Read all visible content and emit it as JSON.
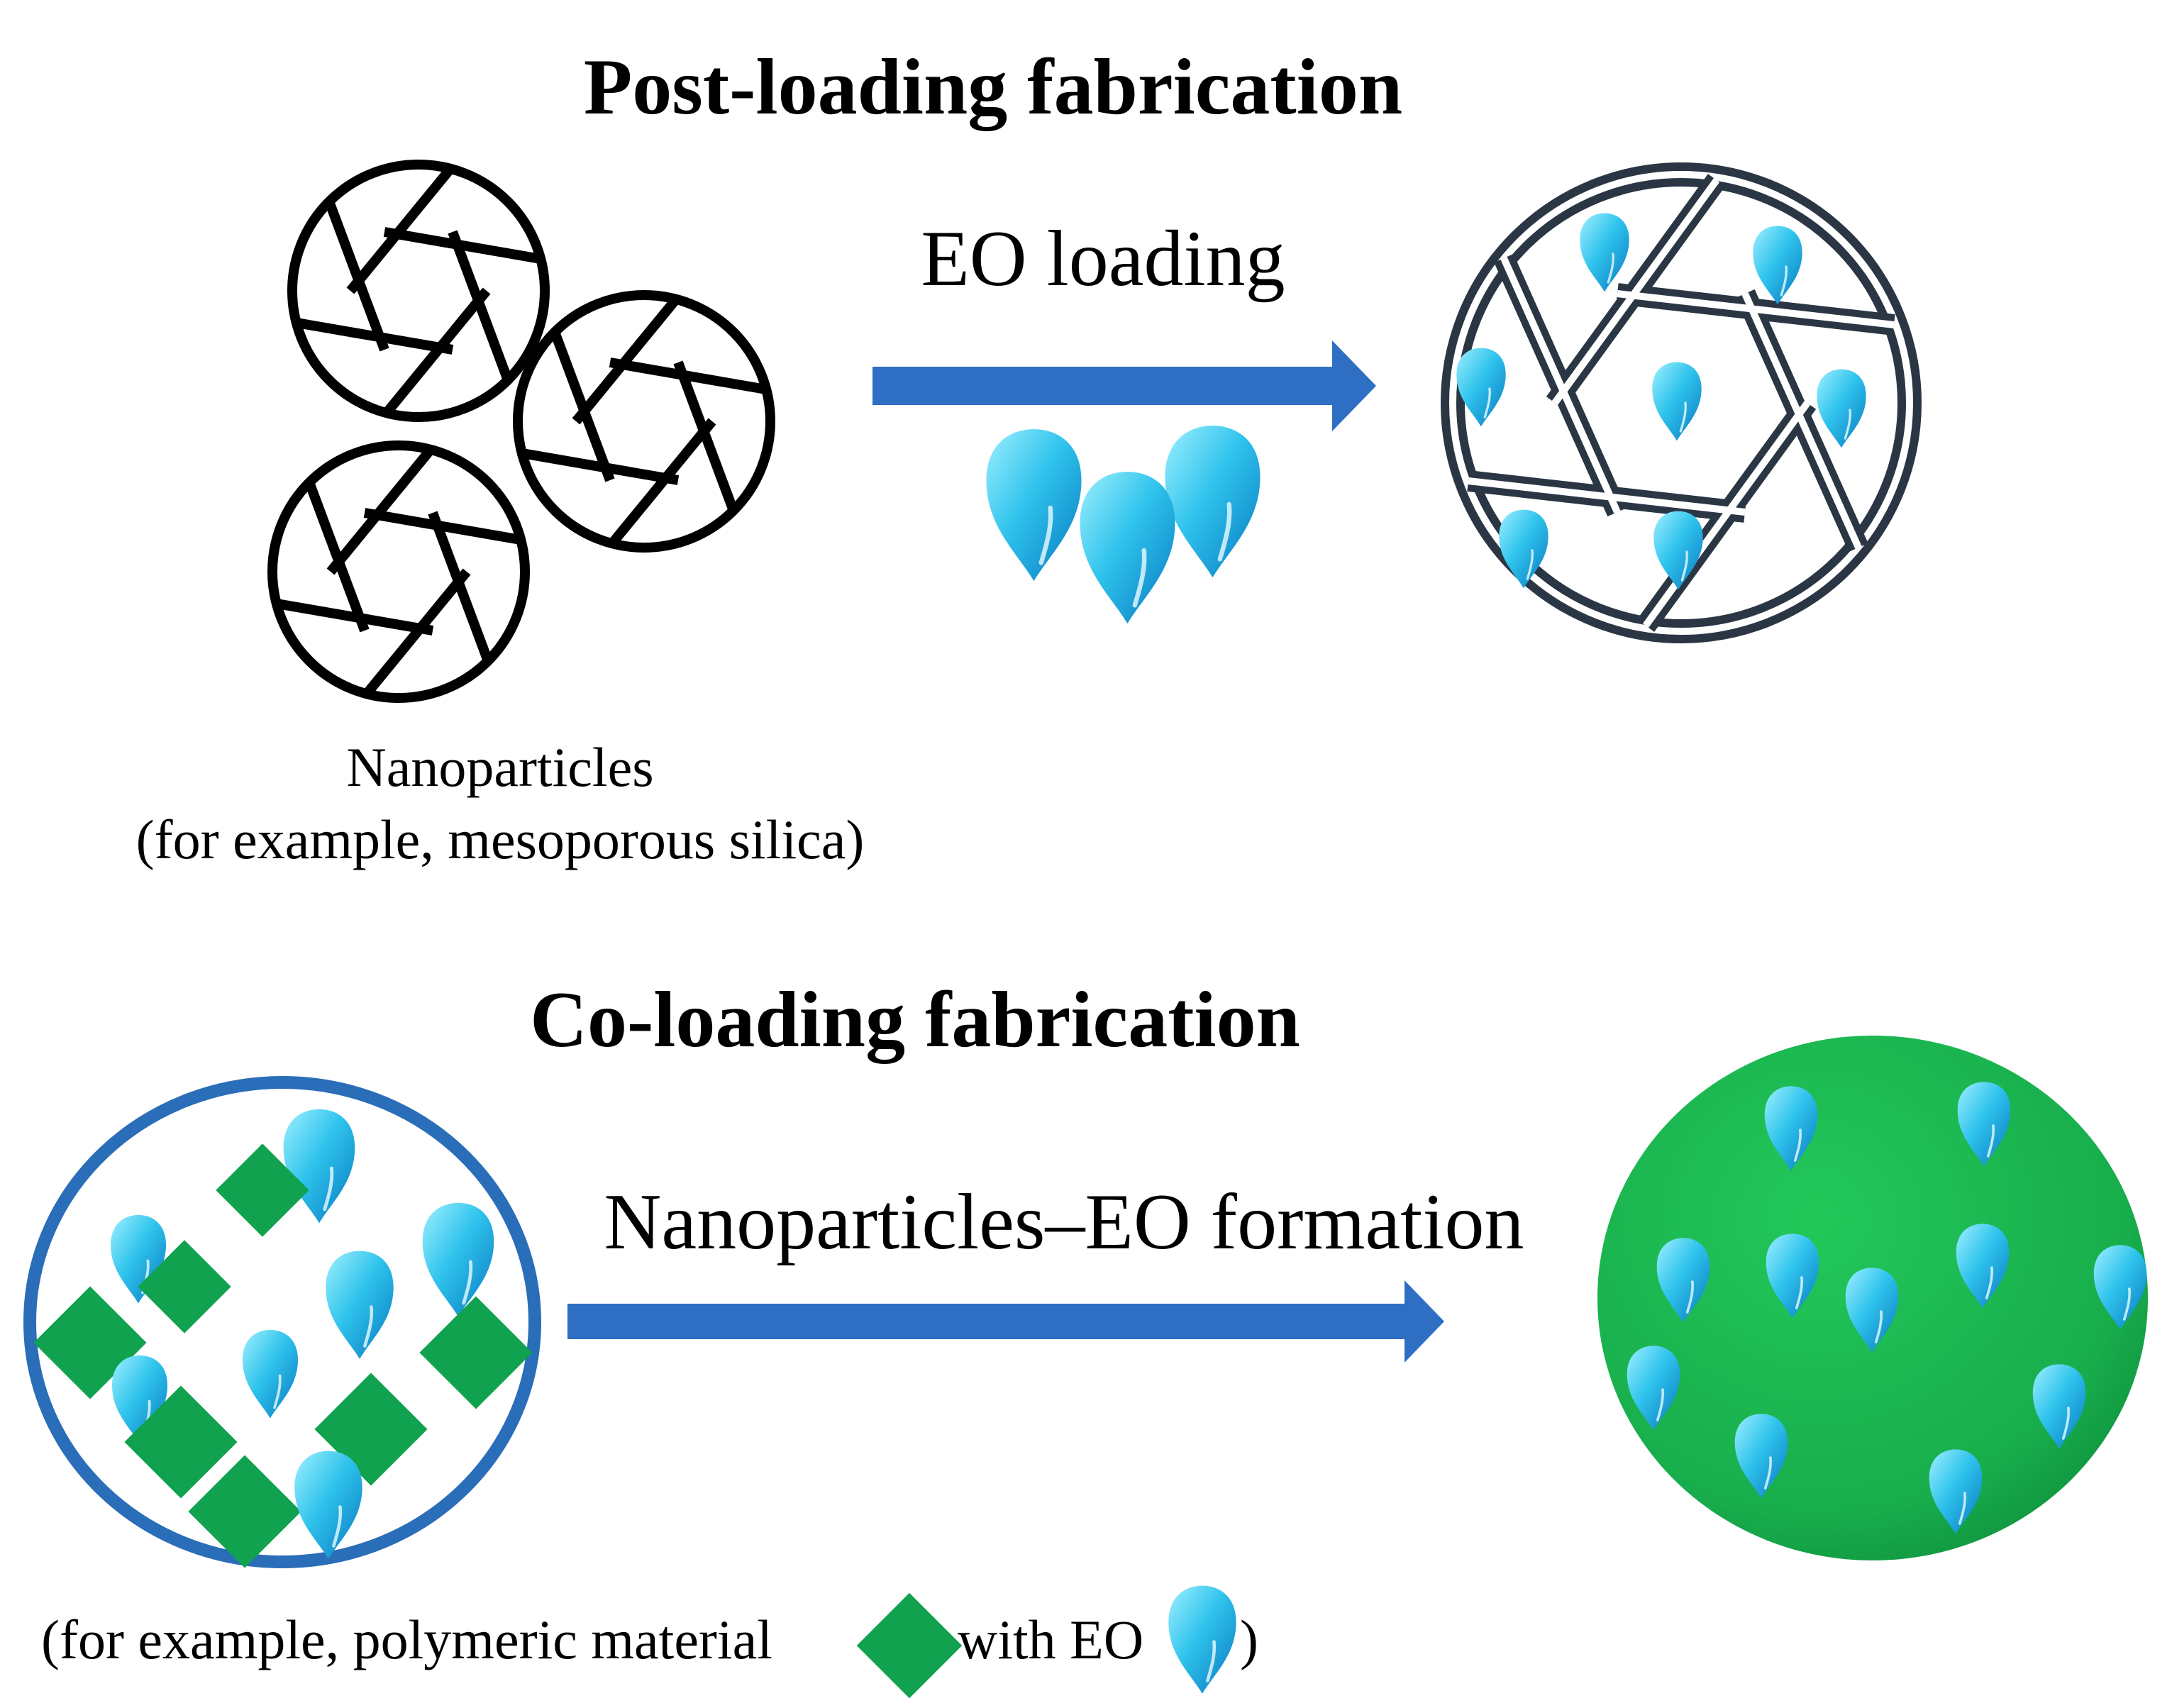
{
  "post_loading": {
    "title": "Post-loading fabrication",
    "arrow_label": "EO loading",
    "caption_line1": "Nanoparticles",
    "caption_line2": "(for example, mesoporous silica)"
  },
  "co_loading": {
    "title": "Co-loading fabrication",
    "arrow_label": "Nanoparticles–EO formation",
    "legend_part1": "(for example, polymeric material",
    "legend_part2": "with EO",
    "legend_part3": ")"
  },
  "colors": {
    "arrow": "#2e6fc4",
    "droplet_light": "#6fe3f6",
    "droplet_dark": "#0a86c8",
    "polymer_green": "#10a24e",
    "sphere_green": "#1cb54f",
    "particle_outline": "#000000",
    "loaded_particle_outline": "#2b3645",
    "co_loading_circle": "#2a6db8"
  },
  "icons": {
    "droplet": "eo-droplet-icon",
    "polymer": "polymer-diamond-icon",
    "nanoparticle": "mesoporous-nanoparticle-icon"
  }
}
